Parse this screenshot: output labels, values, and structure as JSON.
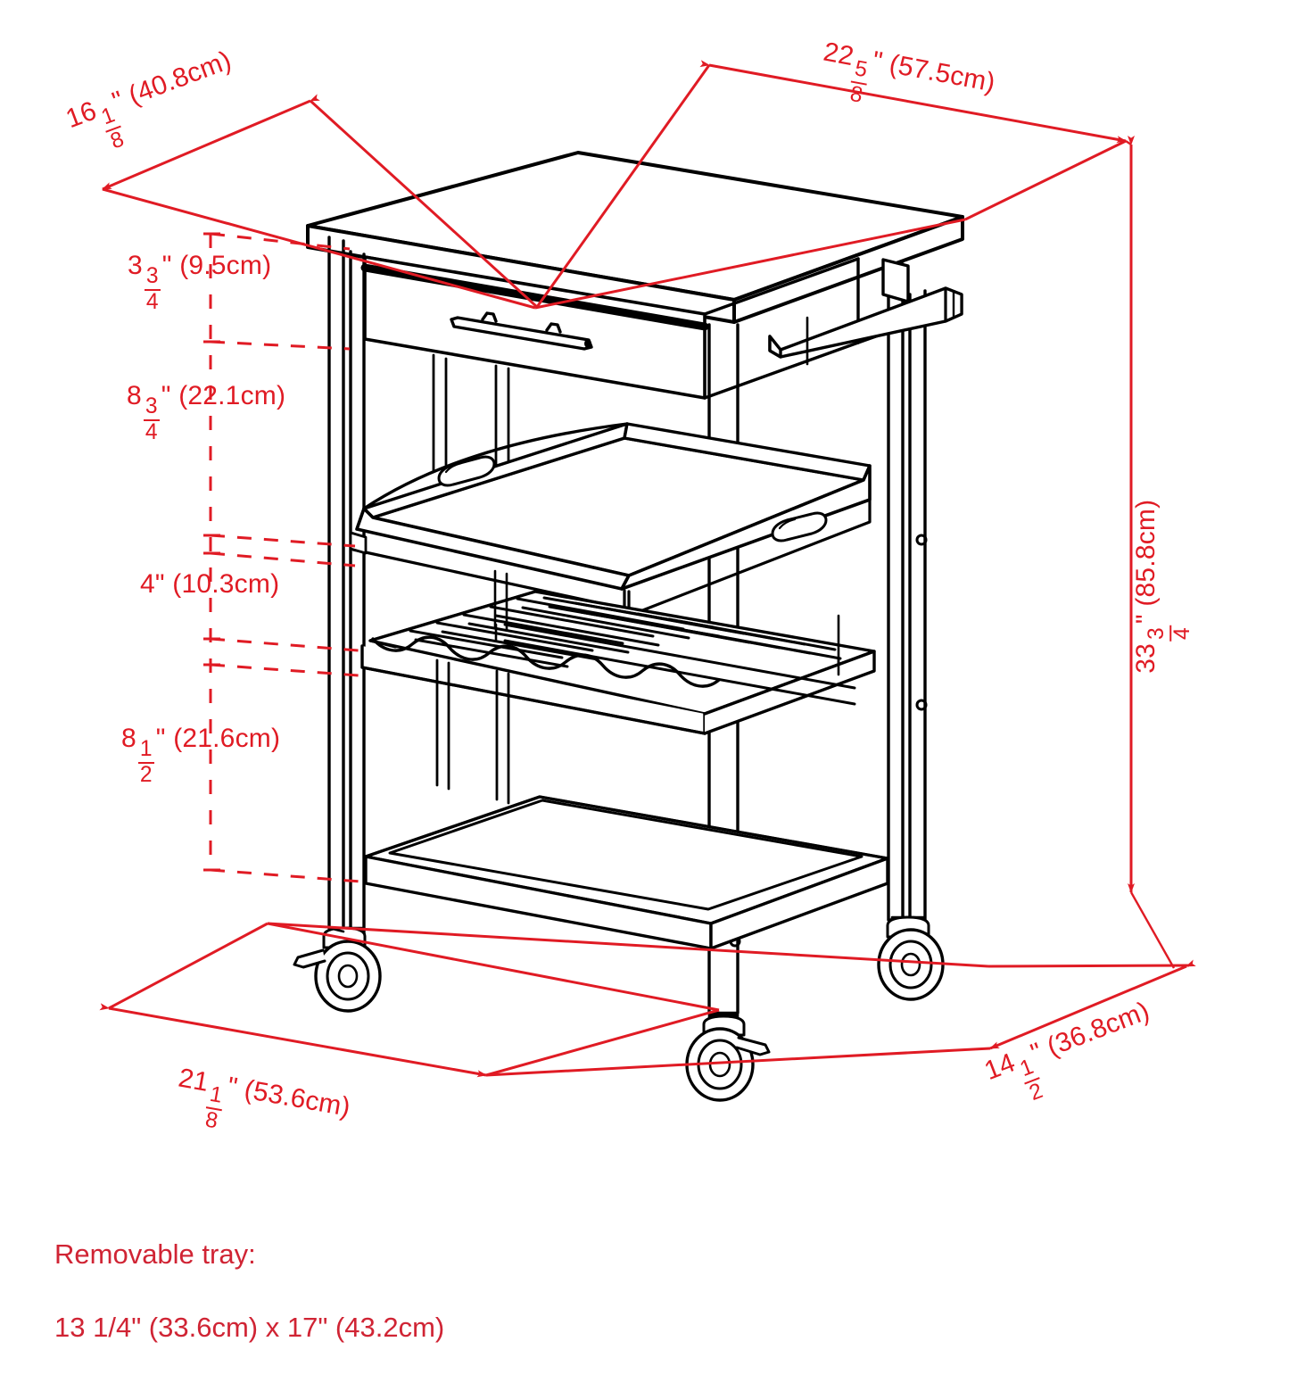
{
  "drawing": {
    "title": "Kitchen cart dimensioned isometric drawing",
    "accent_color": "#e01b24",
    "line_color": "#000000",
    "background": "#ffffff",
    "product": "rolling kitchen cart",
    "parts": [
      "countertop",
      "drawer",
      "drawer-handle",
      "towel-bar",
      "removable-tray",
      "wine-bottle-rack",
      "bottom-shelf",
      "caster-wheels"
    ]
  },
  "dimensions": {
    "depth_top": {
      "whole": "16",
      "num": "1",
      "den": "8",
      "unit": "\"",
      "metric": "(40.8cm)"
    },
    "width_top": {
      "whole": "22",
      "num": "5",
      "den": "8",
      "unit": "\"",
      "metric": "(57.5cm)"
    },
    "drawer_height": {
      "whole": "3",
      "num": "3",
      "den": "4",
      "unit": "\"",
      "metric": "(9.5cm)"
    },
    "tray_clearance": {
      "whole": "8",
      "num": "3",
      "den": "4",
      "unit": "\"",
      "metric": "(22.1cm)"
    },
    "rack_clearance": {
      "whole": "4",
      "num": "",
      "den": "",
      "unit": "\"",
      "metric": "(10.3cm)"
    },
    "shelf_clearance": {
      "whole": "8",
      "num": "1",
      "den": "2",
      "unit": "\"",
      "metric": "(21.6cm)"
    },
    "overall_height": {
      "whole": "33",
      "num": "3",
      "den": "4",
      "unit": "\"",
      "metric": "(85.8cm)"
    },
    "base_width": {
      "whole": "21",
      "num": "1",
      "den": "8",
      "unit": "\"",
      "metric": "(53.6cm)"
    },
    "base_depth": {
      "whole": "14",
      "num": "1",
      "den": "2",
      "unit": "\"",
      "metric": "(36.8cm)"
    }
  },
  "caption": {
    "line1": "Removable tray:",
    "line2": "13 1/4\" (33.6cm) x 17\" (43.2cm)"
  }
}
